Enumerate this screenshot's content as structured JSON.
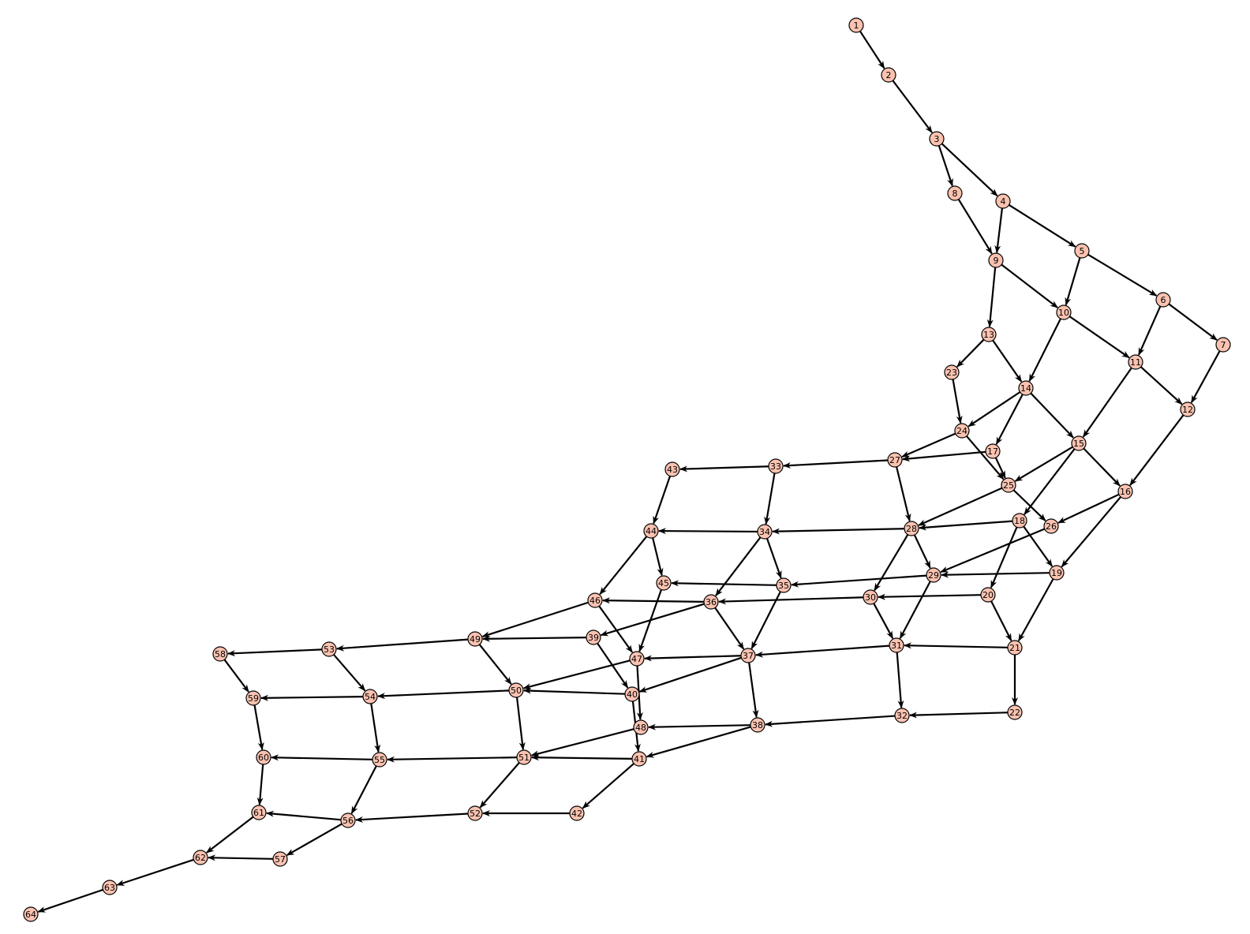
{
  "diagram": {
    "node_labels": [
      "1",
      "2",
      "3",
      "4",
      "5",
      "6",
      "7",
      "8",
      "9",
      "10",
      "11",
      "12",
      "13",
      "14",
      "15",
      "16",
      "17",
      "18",
      "19",
      "20",
      "21",
      "22",
      "23",
      "24",
      "25",
      "26",
      "27",
      "28",
      "29",
      "30",
      "31",
      "32",
      "33",
      "34",
      "35",
      "36",
      "37",
      "38",
      "39",
      "40",
      "41",
      "42",
      "43",
      "44",
      "45",
      "46",
      "47",
      "48",
      "49",
      "50",
      "51",
      "52",
      "53",
      "54",
      "55",
      "56",
      "57",
      "58",
      "59",
      "60",
      "61",
      "62",
      "63",
      "64"
    ],
    "edges": [
      [
        "1",
        "2"
      ],
      [
        "2",
        "3"
      ],
      [
        "3",
        "4"
      ],
      [
        "3",
        "8"
      ],
      [
        "4",
        "5"
      ],
      [
        "4",
        "9"
      ],
      [
        "5",
        "6"
      ],
      [
        "5",
        "10"
      ],
      [
        "6",
        "7"
      ],
      [
        "6",
        "11"
      ],
      [
        "7",
        "12"
      ],
      [
        "8",
        "9"
      ],
      [
        "9",
        "10"
      ],
      [
        "9",
        "13"
      ],
      [
        "10",
        "11"
      ],
      [
        "10",
        "14"
      ],
      [
        "11",
        "12"
      ],
      [
        "11",
        "15"
      ],
      [
        "12",
        "16"
      ],
      [
        "13",
        "14"
      ],
      [
        "13",
        "23"
      ],
      [
        "14",
        "15"
      ],
      [
        "14",
        "17"
      ],
      [
        "14",
        "24"
      ],
      [
        "15",
        "16"
      ],
      [
        "15",
        "18"
      ],
      [
        "15",
        "25"
      ],
      [
        "16",
        "19"
      ],
      [
        "16",
        "26"
      ],
      [
        "17",
        "27"
      ],
      [
        "17",
        "25"
      ],
      [
        "18",
        "19"
      ],
      [
        "18",
        "20"
      ],
      [
        "18",
        "28"
      ],
      [
        "19",
        "21"
      ],
      [
        "19",
        "29"
      ],
      [
        "20",
        "21"
      ],
      [
        "20",
        "30"
      ],
      [
        "21",
        "22"
      ],
      [
        "21",
        "31"
      ],
      [
        "22",
        "32"
      ],
      [
        "23",
        "24"
      ],
      [
        "24",
        "25"
      ],
      [
        "24",
        "27"
      ],
      [
        "25",
        "26"
      ],
      [
        "25",
        "28"
      ],
      [
        "26",
        "29"
      ],
      [
        "27",
        "28"
      ],
      [
        "27",
        "33"
      ],
      [
        "28",
        "29"
      ],
      [
        "28",
        "30"
      ],
      [
        "28",
        "34"
      ],
      [
        "29",
        "31"
      ],
      [
        "29",
        "35"
      ],
      [
        "30",
        "31"
      ],
      [
        "30",
        "36"
      ],
      [
        "31",
        "32"
      ],
      [
        "31",
        "37"
      ],
      [
        "32",
        "38"
      ],
      [
        "33",
        "34"
      ],
      [
        "33",
        "43"
      ],
      [
        "34",
        "35"
      ],
      [
        "34",
        "36"
      ],
      [
        "34",
        "44"
      ],
      [
        "35",
        "37"
      ],
      [
        "35",
        "45"
      ],
      [
        "36",
        "37"
      ],
      [
        "36",
        "39"
      ],
      [
        "36",
        "46"
      ],
      [
        "37",
        "38"
      ],
      [
        "37",
        "40"
      ],
      [
        "37",
        "47"
      ],
      [
        "38",
        "41"
      ],
      [
        "38",
        "48"
      ],
      [
        "39",
        "40"
      ],
      [
        "39",
        "49"
      ],
      [
        "40",
        "41"
      ],
      [
        "40",
        "50"
      ],
      [
        "41",
        "42"
      ],
      [
        "41",
        "51"
      ],
      [
        "42",
        "52"
      ],
      [
        "43",
        "44"
      ],
      [
        "44",
        "45"
      ],
      [
        "44",
        "46"
      ],
      [
        "45",
        "47"
      ],
      [
        "46",
        "47"
      ],
      [
        "46",
        "49"
      ],
      [
        "47",
        "48"
      ],
      [
        "47",
        "50"
      ],
      [
        "48",
        "51"
      ],
      [
        "49",
        "50"
      ],
      [
        "49",
        "53"
      ],
      [
        "50",
        "51"
      ],
      [
        "50",
        "54"
      ],
      [
        "51",
        "52"
      ],
      [
        "51",
        "55"
      ],
      [
        "52",
        "56"
      ],
      [
        "53",
        "54"
      ],
      [
        "53",
        "58"
      ],
      [
        "54",
        "55"
      ],
      [
        "54",
        "59"
      ],
      [
        "55",
        "56"
      ],
      [
        "55",
        "60"
      ],
      [
        "56",
        "57"
      ],
      [
        "56",
        "61"
      ],
      [
        "57",
        "62"
      ],
      [
        "58",
        "59"
      ],
      [
        "59",
        "60"
      ],
      [
        "60",
        "61"
      ],
      [
        "61",
        "62"
      ],
      [
        "62",
        "63"
      ],
      [
        "63",
        "64"
      ]
    ]
  }
}
